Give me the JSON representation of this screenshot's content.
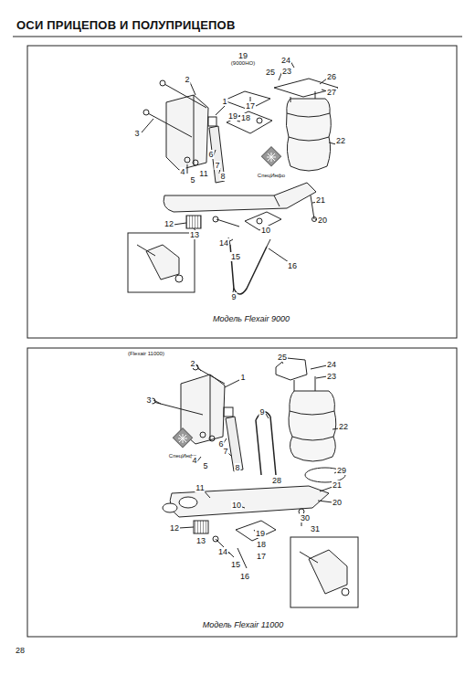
{
  "diagram": {
    "title": "ОСИ ПРИЦЕПОВ И ПОЛУПРИЦЕПОВ",
    "labels": [
      "28",
      "19",
      "(9000НО)",
      "24",
      "25",
      "23",
      "26",
      "27",
      "2",
      "1",
      "17",
      "19",
      "18",
      "3",
      "22",
      "6",
      "7",
      "4",
      "11",
      "5",
      "8",
      "СпецИнфо",
      "21",
      "20",
      "10",
      "12",
      "13",
      "14",
      "15",
      "16",
      "9",
      "Модель Flexair 9000",
      "(Flexair 11000)",
      "2",
      "25",
      "24",
      "23",
      "1",
      "3",
      "9",
      "22",
      "6",
      "7",
      "СпецИнфо",
      "4",
      "5",
      "8",
      "29",
      "28",
      "21",
      "11",
      "20",
      "10",
      "30",
      "31",
      "12",
      "19",
      "13",
      "18",
      "14",
      "17",
      "15",
      "16",
      "Модель Flexair 11000"
    ]
  }
}
